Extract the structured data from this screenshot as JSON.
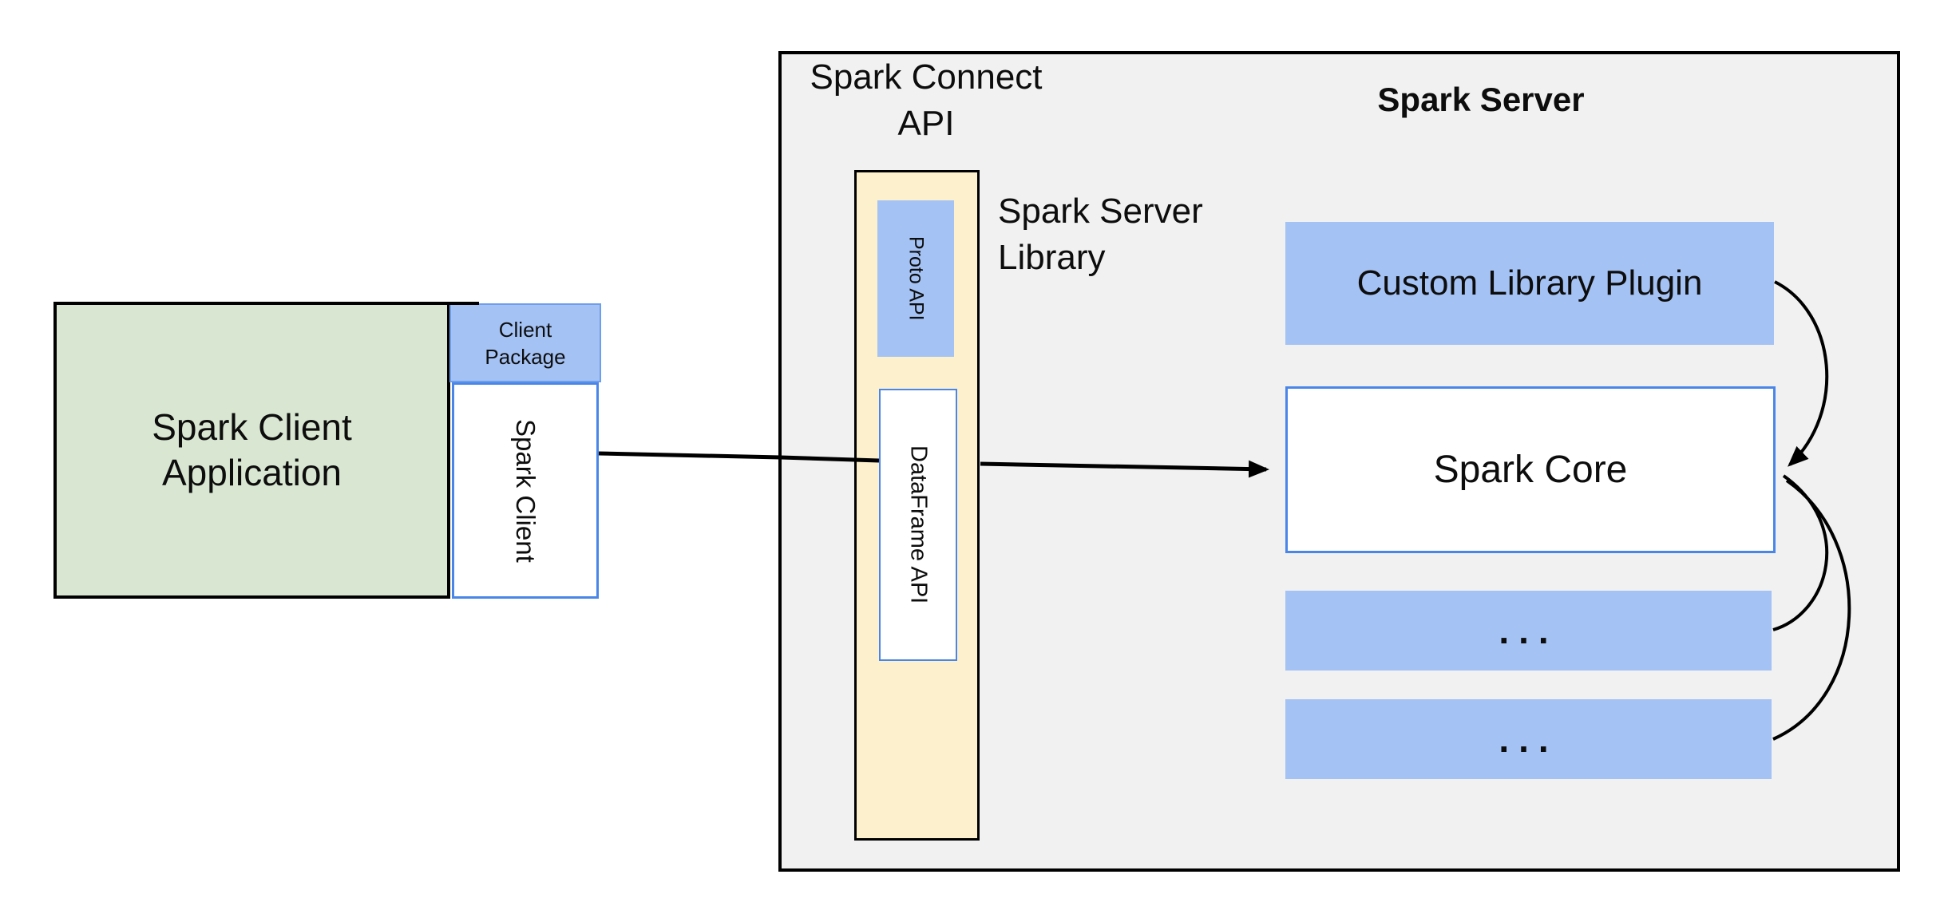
{
  "diagram": {
    "client": {
      "app_label": "Spark Client\nApplication",
      "package_label": "Client\nPackage",
      "spark_client_label": "Spark Client"
    },
    "connect": {
      "api_label": "Spark Connect\nAPI",
      "proto_api_label": "Proto API",
      "dataframe_api_label": "DataFrame API",
      "server_library_label": "Spark Server\nLibrary"
    },
    "server": {
      "title": "Spark Server",
      "custom_plugin_label": "Custom Library Plugin",
      "spark_core_label": "Spark Core",
      "ellipsis_box_1_label": "...",
      "ellipsis_box_2_label": "..."
    },
    "colors": {
      "container_fill": "#f1f1f2",
      "container_border": "#000000",
      "blue_box_fill": "#a4c2f4",
      "blue_box_border": "#4a86e8",
      "client_package_border": "#6d9eeb",
      "green_fill": "#d9e7d2",
      "yellow_fill": "#fdf0cd",
      "arrow": "#000000"
    }
  }
}
